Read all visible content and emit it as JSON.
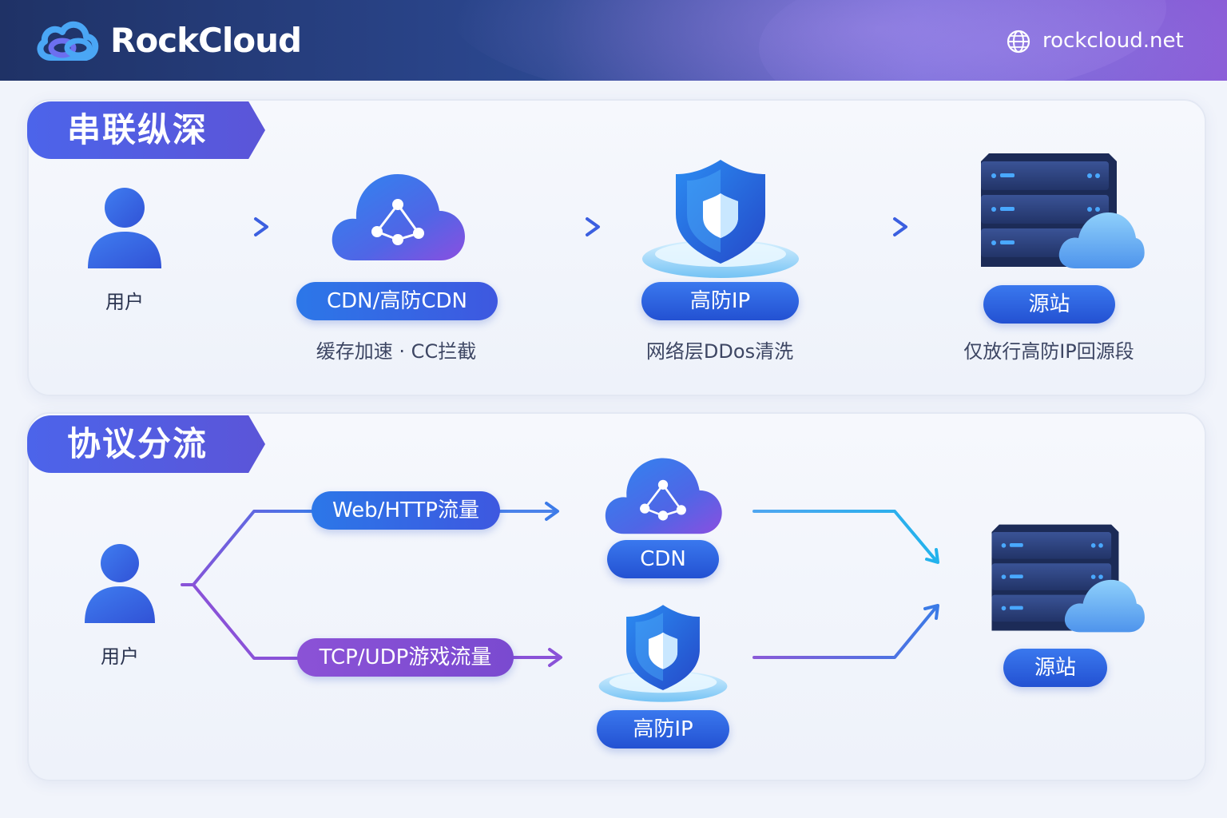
{
  "header": {
    "brand": "RockCloud",
    "domain": "rockcloud.net",
    "logo_icon": "cloud-link-icon",
    "globe_icon": "globe-icon"
  },
  "section1": {
    "title": "串联纵深",
    "user_label": "用户",
    "cdn_label": "CDN/高防CDN",
    "cdn_desc": "缓存加速 · CC拦截",
    "ip_label": "高防IP",
    "ip_desc": "网络层DDos清洗",
    "origin_label": "源站",
    "origin_desc": "仅放行高防IP回源段"
  },
  "section2": {
    "title": "协议分流",
    "user_label": "用户",
    "web_flow": "Web/HTTP流量",
    "tcp_flow": "TCP/UDP游戏流量",
    "cdn_label": "CDN",
    "ip_label": "高防IP",
    "origin_label": "源站"
  },
  "colors": {
    "header_start": "#1f3266",
    "header_end": "#8a5bd6",
    "accent_blue": "#2f6be6",
    "accent_purple": "#8b52d6",
    "server_dark": "#2a3d78"
  }
}
